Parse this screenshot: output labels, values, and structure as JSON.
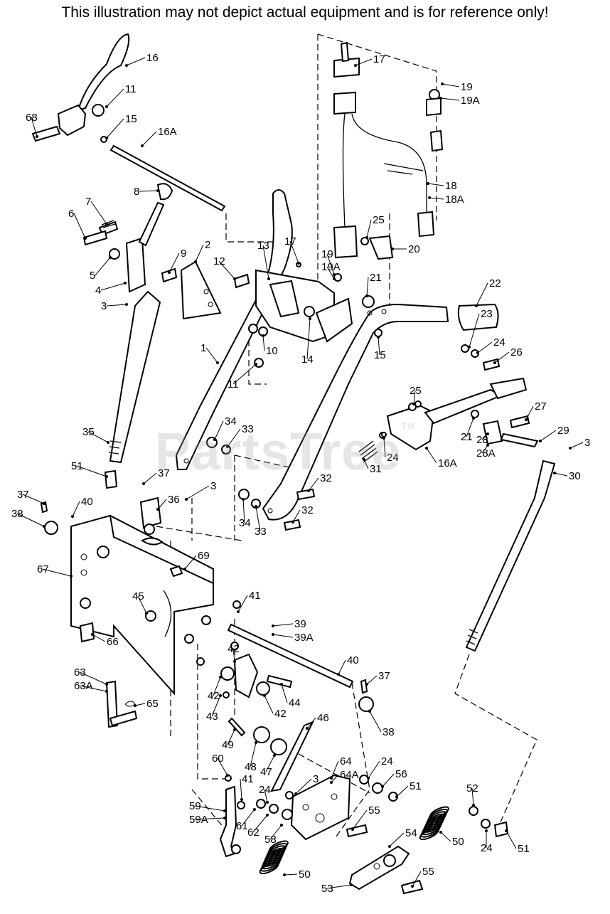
{
  "disclaimer": "This illustration may not depict actual equipment and is for reference only!",
  "watermark": "PartsTree",
  "watermark_tm": "TM",
  "callouts": [
    {
      "id": "c16",
      "text": "16"
    },
    {
      "id": "c11a",
      "text": "11"
    },
    {
      "id": "c68",
      "text": "68"
    },
    {
      "id": "c15a",
      "text": "15"
    },
    {
      "id": "c16a_top",
      "text": "16A"
    },
    {
      "id": "c17a",
      "text": "17"
    },
    {
      "id": "c19a",
      "text": "19"
    },
    {
      "id": "c19aa",
      "text": "19A"
    },
    {
      "id": "c8",
      "text": "8"
    },
    {
      "id": "c7",
      "text": "7"
    },
    {
      "id": "c6",
      "text": "6"
    },
    {
      "id": "c5",
      "text": "5"
    },
    {
      "id": "c4",
      "text": "4"
    },
    {
      "id": "c3a",
      "text": "3"
    },
    {
      "id": "c2",
      "text": "2"
    },
    {
      "id": "c9",
      "text": "9"
    },
    {
      "id": "c12",
      "text": "12"
    },
    {
      "id": "c13",
      "text": "13"
    },
    {
      "id": "c17b",
      "text": "17"
    },
    {
      "id": "c19b",
      "text": "19"
    },
    {
      "id": "c19ab",
      "text": "19A"
    },
    {
      "id": "c18",
      "text": "18"
    },
    {
      "id": "c18a",
      "text": "18A"
    },
    {
      "id": "c25a",
      "text": "25"
    },
    {
      "id": "c20",
      "text": "20"
    },
    {
      "id": "c21a",
      "text": "21"
    },
    {
      "id": "c22",
      "text": "22"
    },
    {
      "id": "c23",
      "text": "23"
    },
    {
      "id": "c24a",
      "text": "24"
    },
    {
      "id": "c26",
      "text": "26"
    },
    {
      "id": "c15b",
      "text": "15"
    },
    {
      "id": "c10",
      "text": "10"
    },
    {
      "id": "c14",
      "text": "14"
    },
    {
      "id": "c1",
      "text": "1"
    },
    {
      "id": "c11b",
      "text": "11"
    },
    {
      "id": "c25b",
      "text": "25"
    },
    {
      "id": "c27",
      "text": "27"
    },
    {
      "id": "c21b",
      "text": "21"
    },
    {
      "id": "c29",
      "text": "29"
    },
    {
      "id": "c3b",
      "text": "3"
    },
    {
      "id": "c28",
      "text": "28"
    },
    {
      "id": "c28a",
      "text": "28A"
    },
    {
      "id": "c24b",
      "text": "24"
    },
    {
      "id": "c16a_mid",
      "text": "16A"
    },
    {
      "id": "c31",
      "text": "31"
    },
    {
      "id": "c30",
      "text": "30"
    },
    {
      "id": "c35",
      "text": "35"
    },
    {
      "id": "c34a",
      "text": "34"
    },
    {
      "id": "c33a",
      "text": "33"
    },
    {
      "id": "c32a",
      "text": "32"
    },
    {
      "id": "c32b",
      "text": "32"
    },
    {
      "id": "c34b",
      "text": "34"
    },
    {
      "id": "c33b",
      "text": "33"
    },
    {
      "id": "c51a",
      "text": "51"
    },
    {
      "id": "c37a",
      "text": "37"
    },
    {
      "id": "c36",
      "text": "36"
    },
    {
      "id": "c3c",
      "text": "3"
    },
    {
      "id": "c37b",
      "text": "37"
    },
    {
      "id": "c40a",
      "text": "40"
    },
    {
      "id": "c38a",
      "text": "38"
    },
    {
      "id": "c67",
      "text": "67"
    },
    {
      "id": "c69",
      "text": "69"
    },
    {
      "id": "c45",
      "text": "45"
    },
    {
      "id": "c41a",
      "text": "41"
    },
    {
      "id": "c66",
      "text": "66"
    },
    {
      "id": "c39",
      "text": "39"
    },
    {
      "id": "c39a",
      "text": "39A"
    },
    {
      "id": "c42a",
      "text": "42"
    },
    {
      "id": "c40b",
      "text": "40"
    },
    {
      "id": "c37c",
      "text": "37"
    },
    {
      "id": "c63",
      "text": "63"
    },
    {
      "id": "c63a",
      "text": "63A"
    },
    {
      "id": "c42b",
      "text": "42"
    },
    {
      "id": "c44",
      "text": "44"
    },
    {
      "id": "c42c",
      "text": "42"
    },
    {
      "id": "c43",
      "text": "43"
    },
    {
      "id": "c65",
      "text": "65"
    },
    {
      "id": "c38b",
      "text": "38"
    },
    {
      "id": "c46",
      "text": "46"
    },
    {
      "id": "c49",
      "text": "49"
    },
    {
      "id": "c48",
      "text": "48"
    },
    {
      "id": "c47",
      "text": "47"
    },
    {
      "id": "c64",
      "text": "64"
    },
    {
      "id": "c64a",
      "text": "64A"
    },
    {
      "id": "c24c",
      "text": "24"
    },
    {
      "id": "c56",
      "text": "56"
    },
    {
      "id": "c51b",
      "text": "51"
    },
    {
      "id": "c60",
      "text": "60"
    },
    {
      "id": "c41b",
      "text": "41"
    },
    {
      "id": "c3d",
      "text": "3"
    },
    {
      "id": "c24d",
      "text": "24"
    },
    {
      "id": "c52",
      "text": "52"
    },
    {
      "id": "c59",
      "text": "59"
    },
    {
      "id": "c59a",
      "text": "59A"
    },
    {
      "id": "c61",
      "text": "61"
    },
    {
      "id": "c62",
      "text": "62"
    },
    {
      "id": "c58",
      "text": "58"
    },
    {
      "id": "c55a",
      "text": "55"
    },
    {
      "id": "c54",
      "text": "54"
    },
    {
      "id": "c50a",
      "text": "50"
    },
    {
      "id": "c24e",
      "text": "24"
    },
    {
      "id": "c51c",
      "text": "51"
    },
    {
      "id": "c50b",
      "text": "50"
    },
    {
      "id": "c53",
      "text": "53"
    },
    {
      "id": "c55b",
      "text": "55"
    }
  ]
}
